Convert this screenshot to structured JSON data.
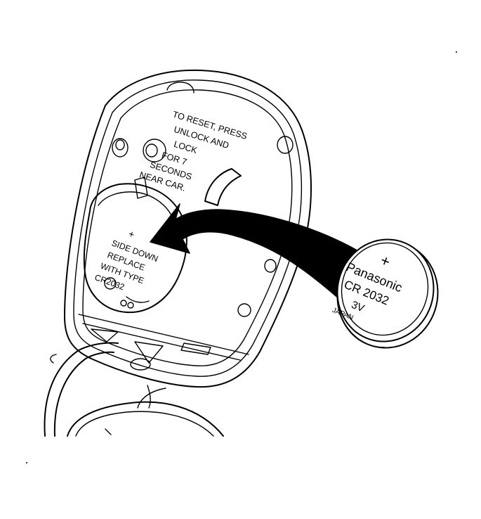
{
  "housing": {
    "instruction_lines": [
      "TO RESET, PRESS",
      "UNLOCK AND",
      "LOCK",
      "FOR 7",
      "SECONDS",
      "NEAR CAR."
    ],
    "compartment_lines": [
      "+",
      "SIDE DOWN",
      "REPLACE",
      "WITH TYPE",
      "CR2032"
    ]
  },
  "battery": {
    "polarity": "+",
    "brand": "Panasonic",
    "model": "CR 2032",
    "voltage": "3V",
    "origin": "JAPAN"
  },
  "arrow": {
    "color": "#000000",
    "meaning": "insert battery into compartment"
  }
}
